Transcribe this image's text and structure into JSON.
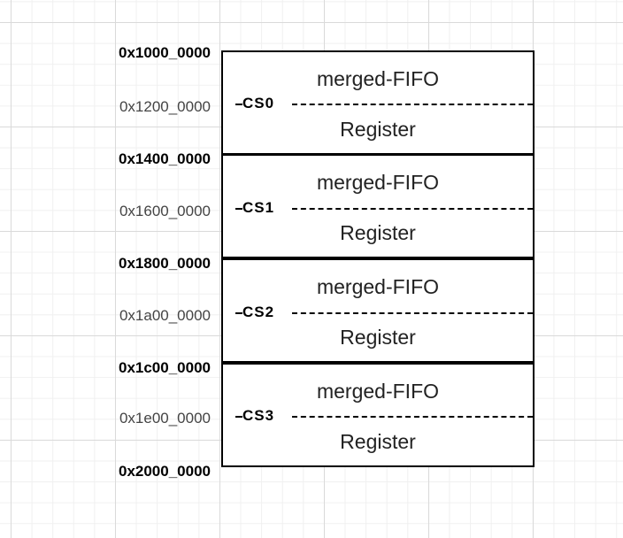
{
  "addresses": {
    "a0": "0x1000_0000",
    "a1": "0x1200_0000",
    "a2": "0x1400_0000",
    "a3": "0x1600_0000",
    "a4": "0x1800_0000",
    "a5": "0x1a00_0000",
    "a6": "0x1c00_0000",
    "a7": "0x1e00_0000",
    "a8": "0x2000_0000"
  },
  "blocks": [
    {
      "top_label": "merged-FIFO",
      "bottom_label": "Register",
      "cs_label": "CS0"
    },
    {
      "top_label": "merged-FIFO",
      "bottom_label": "Register",
      "cs_label": "CS1"
    },
    {
      "top_label": "merged-FIFO",
      "bottom_label": "Register",
      "cs_label": "CS2"
    },
    {
      "top_label": "merged-FIFO",
      "bottom_label": "Register",
      "cs_label": "CS3"
    }
  ],
  "colors": {
    "border": "#000000",
    "text": "#222222",
    "grid_major": "#dadada",
    "grid_minor": "#f0f0f0"
  }
}
